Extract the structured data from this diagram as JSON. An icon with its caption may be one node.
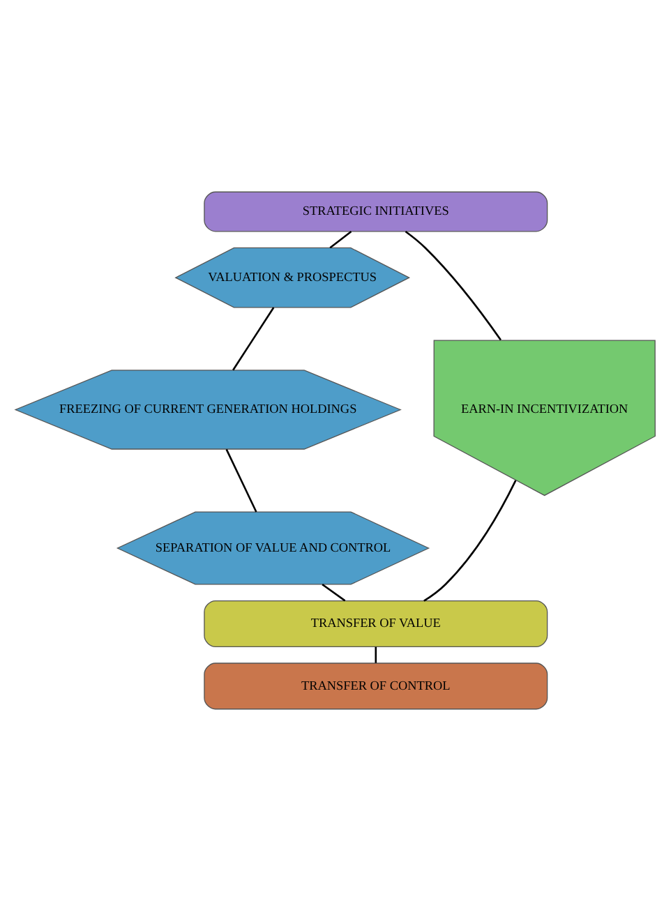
{
  "diagram": {
    "nodes": [
      {
        "text": [
          "STRATEGIC INITIATIVES"
        ]
      },
      {
        "text": [
          "VALUATION & PROSPECTUS"
        ]
      },
      {
        "text": [
          "FREEZING OF CURRENT GENERATION HOLDINGS"
        ]
      },
      {
        "text": [
          "SEPARATION OF VALUE AND CONTROL"
        ]
      },
      {
        "text": [
          "EARN-IN INCENTIVIZATION"
        ]
      },
      {
        "text": [
          "TRANSFER OF VALUE"
        ]
      },
      {
        "text": [
          "TRANSFER OF CONTROL"
        ]
      }
    ],
    "edges": [
      {
        "from": 0,
        "to": 1,
        "arrow": "none"
      },
      {
        "from": 1,
        "to": 2,
        "arrow": "none"
      },
      {
        "from": 2,
        "to": 3,
        "arrow": "none"
      },
      {
        "from": 3,
        "to": 5,
        "arrow": "none"
      },
      {
        "from": 0,
        "to": 4,
        "arrow": "none"
      },
      {
        "from": 4,
        "to": 5,
        "arrow": "none"
      },
      {
        "from": 5,
        "to": 6,
        "arrow": "none"
      }
    ]
  }
}
